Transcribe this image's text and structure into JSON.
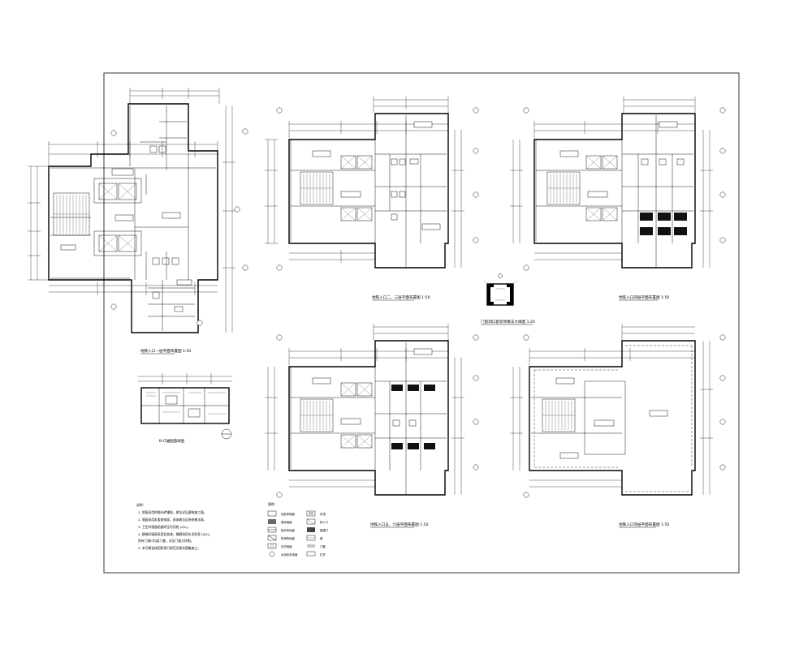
{
  "plans": [
    {
      "title": "地铁入口一层平面布置图 1:50"
    },
    {
      "title": "地铁入口二、三层平面布置图 1:50"
    },
    {
      "title": "地铁入口四层平面布置图 1:50"
    },
    {
      "title": "地铁入口五、六层平面布置图 1:50"
    },
    {
      "title": "地铁入口顶层平面布置图 1:50"
    },
    {
      "title": "B-C轴剖面详图"
    }
  ],
  "detail": {
    "title": "门窗洞口套装修做法大样图 1:20"
  },
  "notes": {
    "heading": "说明：",
    "lines": [
      "1. 地面采用的抛光砖铺贴，做法详见建筑施工图。",
      "2. 墙面采用乳胶漆饰面，具体做法见装修做法表。",
      "3. 卫生间墙面贴瓷砖至吊顶底 (ZJ1)。",
      "4. 楼梯间墙面采用乳胶漆，踢脚采用水泥砂浆 (ZJ2)。",
      "   所有门洞口均设门套，详见门套大样图。",
      "5. 未尽事宜按国家现行规范及相关图集施工。"
    ]
  },
  "legend": {
    "heading": "图例：",
    "items": [
      {
        "label": "乳胶漆墙面"
      },
      {
        "label": "瓷砖墙面"
      },
      {
        "label": "抛光砖地面"
      },
      {
        "label": "防滑砖地面"
      },
      {
        "label": "石材地面"
      },
      {
        "label": "水泥砂浆地面"
      },
      {
        "label": "吊顶"
      },
      {
        "label": "防火门"
      },
      {
        "label": "普通门"
      },
      {
        "label": "窗"
      },
      {
        "label": "门套"
      },
      {
        "label": "栏杆"
      }
    ]
  }
}
